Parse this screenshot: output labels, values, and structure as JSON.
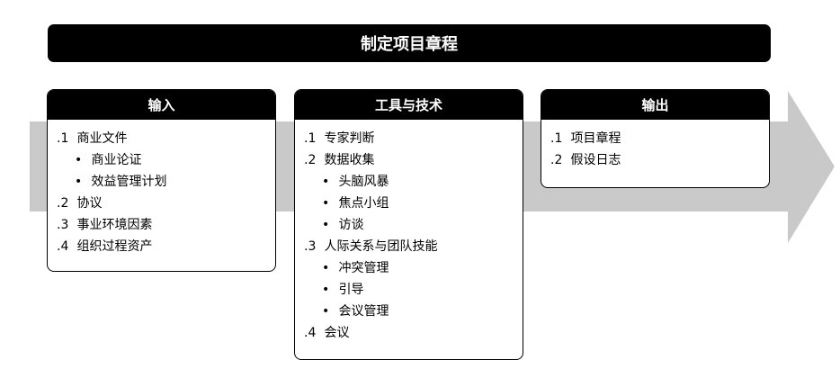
{
  "title": "制定项目章程",
  "colors": {
    "arrow": "#c9c9c9",
    "header": "#000000",
    "box_bg": "#ffffff"
  },
  "inputs": {
    "header": "输入",
    "items": [
      {
        "num": ".1",
        "label": "商业文件",
        "subs": [
          "商业论证",
          "效益管理计划"
        ]
      },
      {
        "num": ".2",
        "label": "协议"
      },
      {
        "num": ".3",
        "label": "事业环境因素"
      },
      {
        "num": ".4",
        "label": "组织过程资产"
      }
    ]
  },
  "tools": {
    "header": "工具与技术",
    "items": [
      {
        "num": ".1",
        "label": "专家判断"
      },
      {
        "num": ".2",
        "label": "数据收集",
        "subs": [
          "头脑风暴",
          "焦点小组",
          "访谈"
        ]
      },
      {
        "num": ".3",
        "label": "人际关系与团队技能",
        "subs": [
          "冲突管理",
          "引导",
          "会议管理"
        ]
      },
      {
        "num": ".4",
        "label": "会议"
      }
    ]
  },
  "outputs": {
    "header": "输出",
    "items": [
      {
        "num": ".1",
        "label": "项目章程"
      },
      {
        "num": ".2",
        "label": "假设日志"
      }
    ]
  },
  "bullet": "•"
}
